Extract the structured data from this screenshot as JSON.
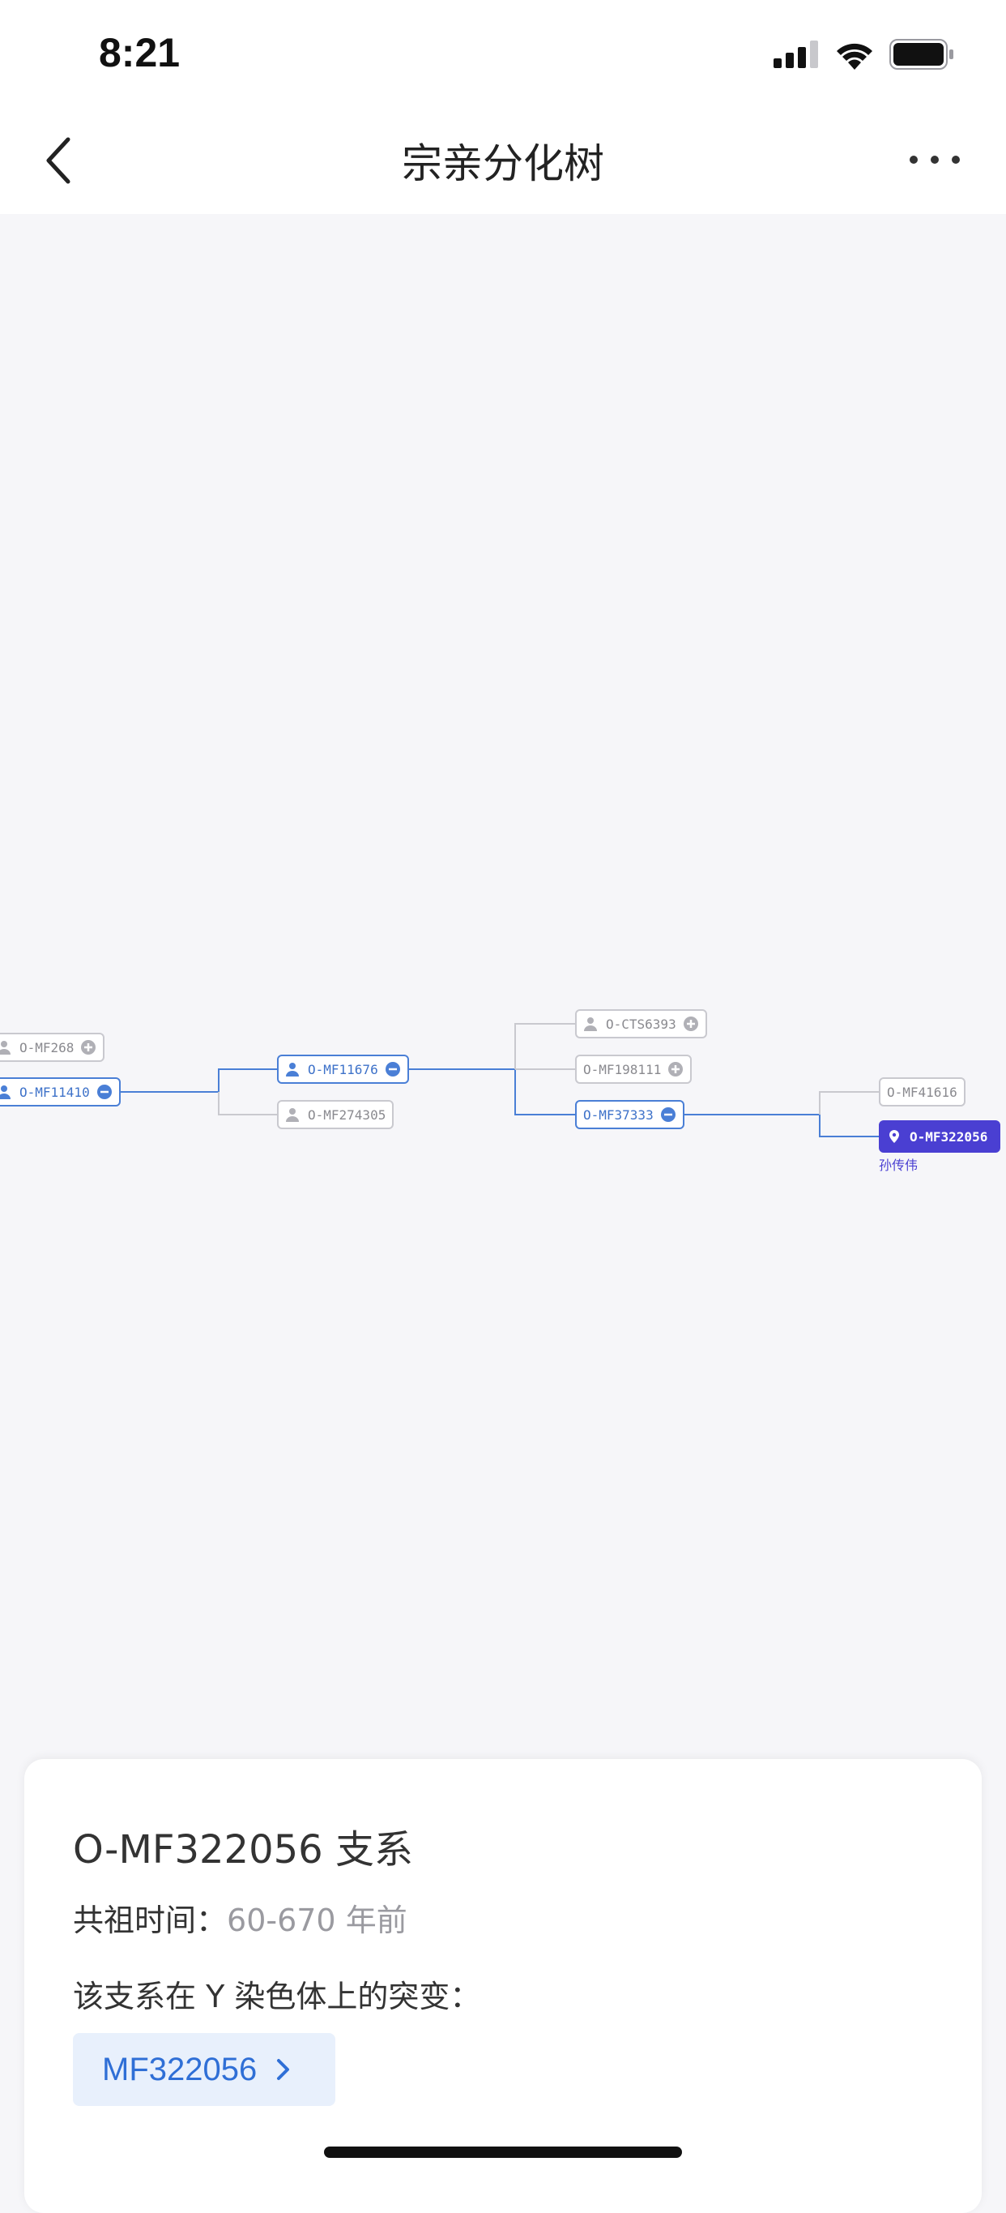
{
  "status_bar": {
    "time": "8:21"
  },
  "header": {
    "title": "宗亲分化树"
  },
  "tree": {
    "nodes": {
      "mf268": "O-MF268",
      "mf11410": "O-MF11410",
      "mf11676": "O-MF11676",
      "mf274305": "O-MF274305",
      "cts6393": "O-CTS6393",
      "mf198111": "O-MF198111",
      "mf37333": "O-MF37333",
      "mf41616": "O-MF41616",
      "mf322056": "O-MF322056"
    },
    "current_user": "孙传伟"
  },
  "detail": {
    "title": "O-MF322056 支系",
    "ancestor_label": "共祖时间：",
    "ancestor_value": "60-670 年前",
    "mutation_heading": "该支系在 Y 染色体上的突变：",
    "mutation_chip": "MF322056"
  },
  "colors": {
    "accent": "#4a7fd6",
    "current": "#4a3fd2",
    "inactive": "#c9c9cf",
    "chip_bg": "#e8f0fc"
  }
}
